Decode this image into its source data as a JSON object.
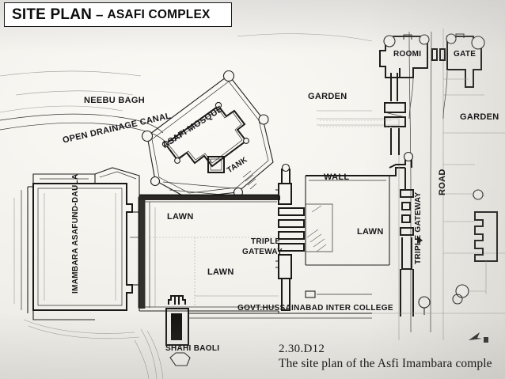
{
  "slide": {
    "title_main": "SITE PLAN",
    "title_dash": "–",
    "title_sub": "ASAFI COMPLEX"
  },
  "map": {
    "labels": [
      {
        "id": "neebu-bagh",
        "text": "NEEBU BAGH"
      },
      {
        "id": "open-drainage",
        "text": "OPEN DRAINAGE CANAL"
      },
      {
        "id": "asafi-mosque",
        "text": "ASAFI MOSQUE"
      },
      {
        "id": "tank",
        "text": "TANK"
      },
      {
        "id": "garden-left",
        "text": "GARDEN"
      },
      {
        "id": "garden-right",
        "text": "GARDEN"
      },
      {
        "id": "roomi",
        "text": "ROOMI"
      },
      {
        "id": "gate",
        "text": "GATE"
      },
      {
        "id": "wall",
        "text": "WALL"
      },
      {
        "id": "road",
        "text": "ROAD"
      },
      {
        "id": "triple-gateway-v",
        "text": "TRIPLE GATEWAY"
      },
      {
        "id": "triple-line1",
        "text": "TRIPLE"
      },
      {
        "id": "triple-line2",
        "text": "GATEWAY"
      },
      {
        "id": "imambara",
        "text": "IMAMBARA ASAFUND-DAULA"
      },
      {
        "id": "lawn-1",
        "text": "LAWN"
      },
      {
        "id": "lawn-2",
        "text": "LAWN"
      },
      {
        "id": "lawn-3",
        "text": "LAWN"
      },
      {
        "id": "college",
        "text": "GOVT.HUSSAINABAD INTER COLLEGE"
      },
      {
        "id": "shahi-baoli",
        "text": "SHAHI BAOLI"
      }
    ]
  },
  "caption": {
    "figure_number": "2.30.D12",
    "figure_text": "The site plan of the Asfi Imambara comple"
  },
  "colors": {
    "paper": "#f2f0ea",
    "ink": "#1a1a1a",
    "ink_light": "#8d8b86",
    "wall_dark": "#151515"
  }
}
